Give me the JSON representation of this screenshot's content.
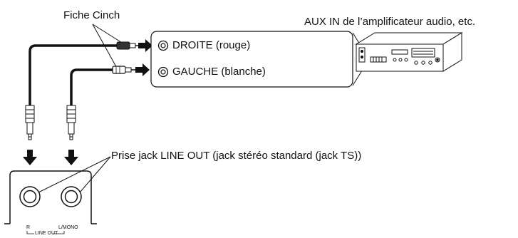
{
  "labels": {
    "rca_plug": "Fiche Cinch",
    "aux_in": "AUX IN de l’amplificateur audio, etc.",
    "right_input": "DROITE (rouge)",
    "left_input": "GAUCHE (blanche)",
    "line_out_jack": "Prise jack LINE OUT (jack stéréo standard (jack TS))"
  },
  "panel": {
    "r_label": "R",
    "lmono_label": "L/MONO",
    "line_out_label": "LINE OUT"
  }
}
